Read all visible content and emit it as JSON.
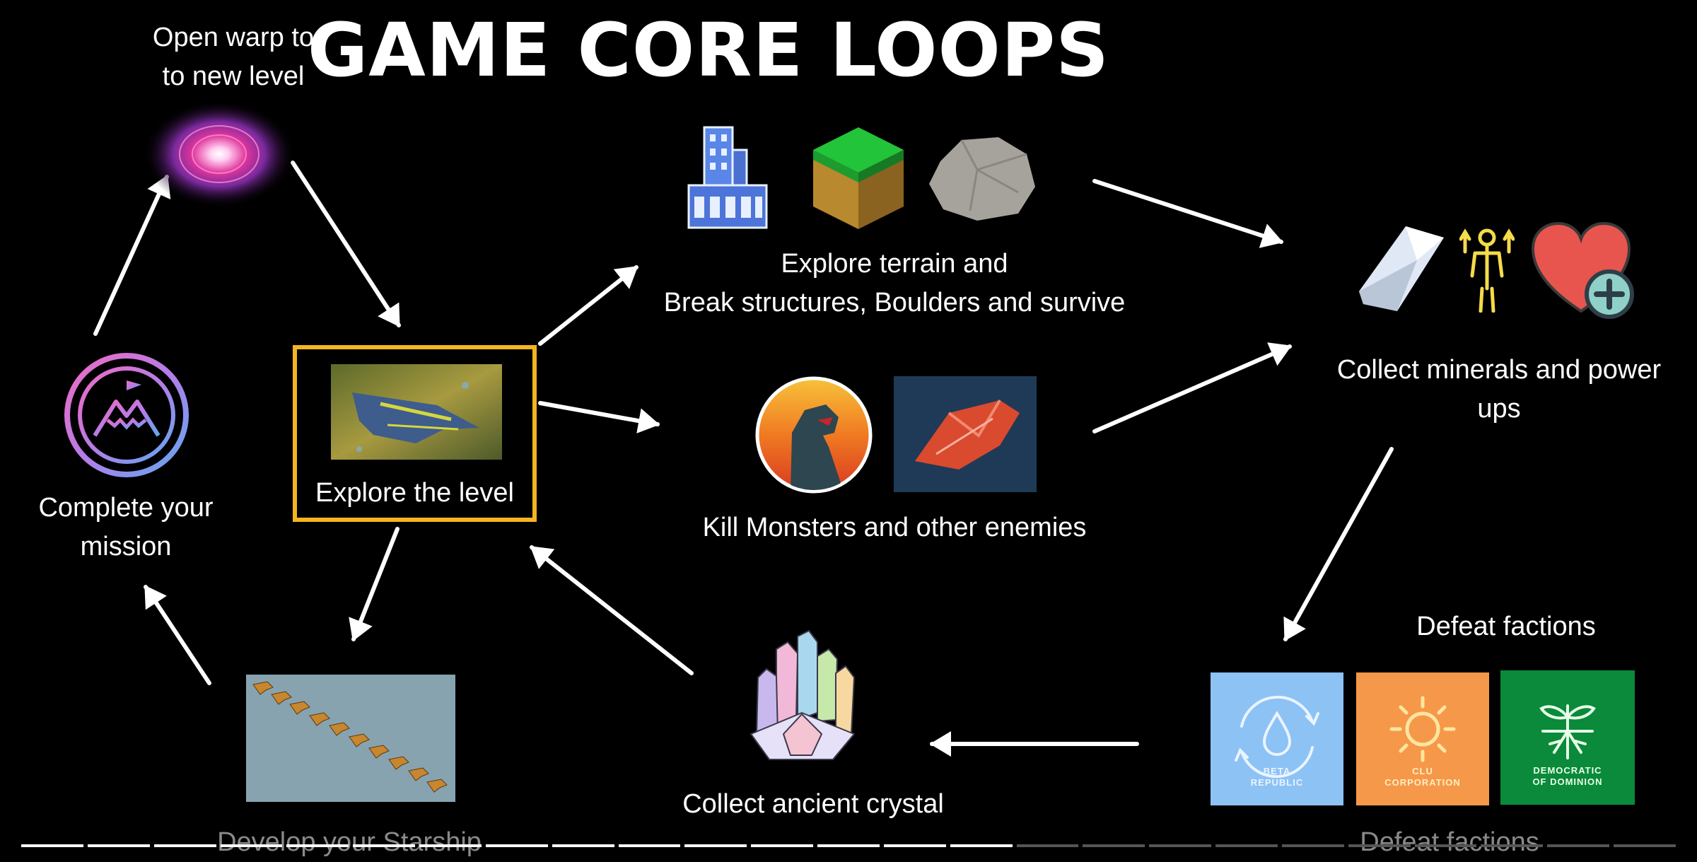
{
  "title": "GAME CORE LOOPS",
  "nodes": {
    "warp": {
      "line1": "Open warp to",
      "line2": "to new level"
    },
    "mission": {
      "line1": "Complete your",
      "line2": "mission"
    },
    "explore_level": {
      "label": "Explore the level"
    },
    "terrain": {
      "line1": "Explore terrain and",
      "line2": "Break structures, Boulders and survive"
    },
    "monsters": {
      "label": "Kill Monsters and other enemies"
    },
    "minerals": {
      "line1": "Collect minerals and power",
      "line2": "ups"
    },
    "factions": {
      "label": "Defeat factions"
    },
    "crystal": {
      "label": "Collect ancient crystal"
    },
    "starship": {
      "label": "Develop your Starship"
    },
    "factions_bottom": {
      "label": "Defeat factions"
    }
  },
  "faction_cards": [
    {
      "line1": "BETA",
      "line2": "REPUBLIC",
      "color": "#8dc2f5",
      "text_color": "#eaf4ff"
    },
    {
      "line1": "CLU",
      "line2": "CORPORATION",
      "color": "#f6984a",
      "text_color": "#ffefc0"
    },
    {
      "line1": "DEMOCRATIC",
      "line2": "OF DOMINION",
      "color": "#0a8a3a",
      "text_color": "#e8ffe8"
    }
  ],
  "colors": {
    "background": "#000000",
    "highlight": "#f4b51e",
    "arrows": "#ffffff"
  },
  "icons": [
    "warp-portal-icon",
    "mountain-flag-icon",
    "starship-icon",
    "building-icon",
    "grass-block-icon",
    "boulder-icon",
    "monster-icon",
    "red-ship-icon",
    "crystal-shard-icon",
    "power-up-figure-icon",
    "heart-plus-icon",
    "crystal-cluster-icon",
    "fleet-image",
    "water-cycle-icon",
    "sun-icon",
    "plant-roots-icon"
  ],
  "progress": {
    "segments": 25,
    "filled": 15
  }
}
